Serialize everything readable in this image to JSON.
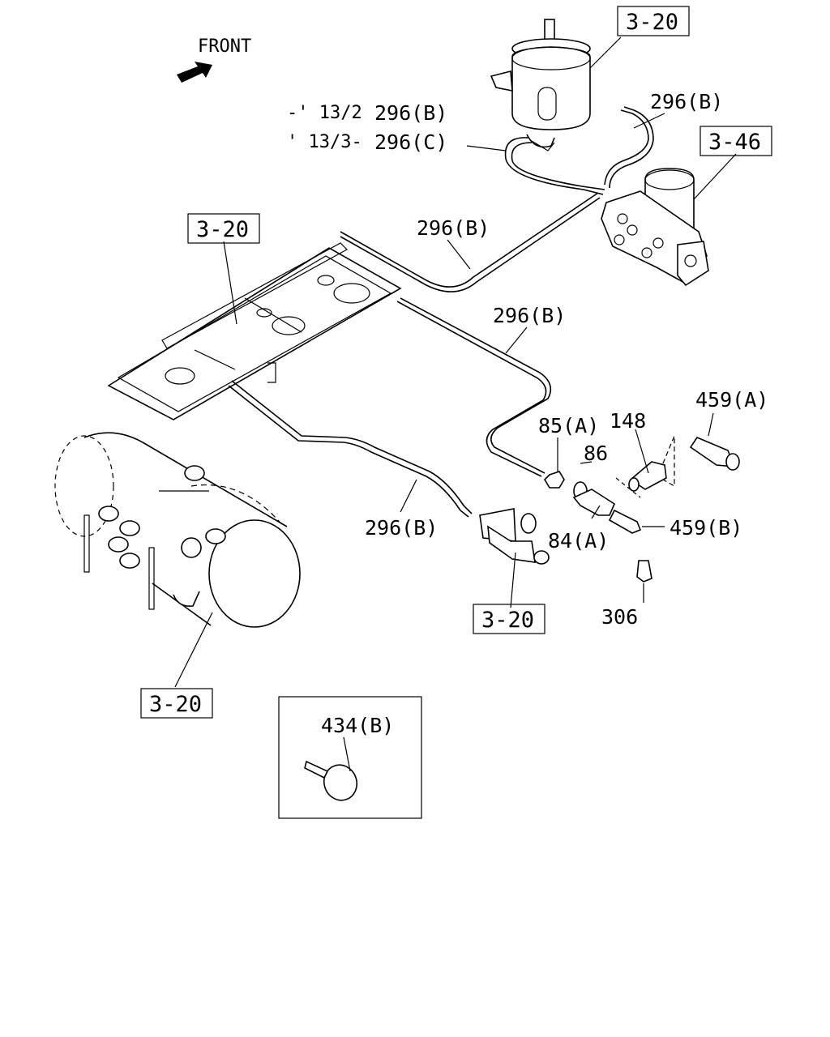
{
  "orientation": {
    "front_label": "FRONT"
  },
  "callouts": {
    "ref_top": "3-20",
    "ref_dryer": "3-46",
    "ref_frame": "3-20",
    "ref_valve": "3-20",
    "ref_tank": "3-20",
    "pipe_top_prefix_1": "-' 13/2",
    "pipe_top_value_1": "296(B)",
    "pipe_top_prefix_2": "' 13/3-",
    "pipe_top_value_2": "296(C)",
    "pipe_dryer": "296(B)",
    "pipe_mid_upper": "296(B)",
    "pipe_mid_right": "296(B)",
    "pipe_lower": "296(B)",
    "nut": "85(A)",
    "fitting_148": "148",
    "washer": "86",
    "sensor_a": "459(A)",
    "connector": "84(A)",
    "sensor_b": "459(B)",
    "plug": "306",
    "clip": "434(B)"
  }
}
